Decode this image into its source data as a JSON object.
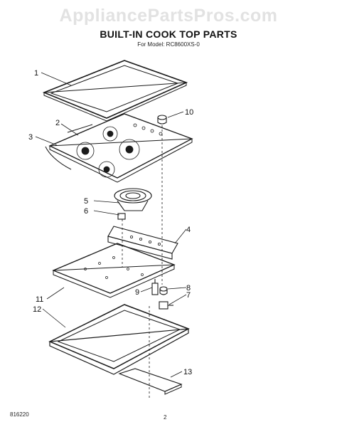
{
  "watermark": "AppliancePartsPros.com",
  "title": "BUILT-IN COOK TOP PARTS",
  "subtitle": "For Model: RC8600XS-0",
  "footer": {
    "code": "816220",
    "page": "2"
  },
  "callouts": {
    "c1": "1",
    "c2": "2",
    "c3": "3",
    "c4": "4",
    "c5": "5",
    "c6": "6",
    "c7": "7",
    "c8": "8",
    "c9": "9",
    "c10": "10",
    "c11": "11",
    "c12": "12",
    "c13": "13"
  }
}
